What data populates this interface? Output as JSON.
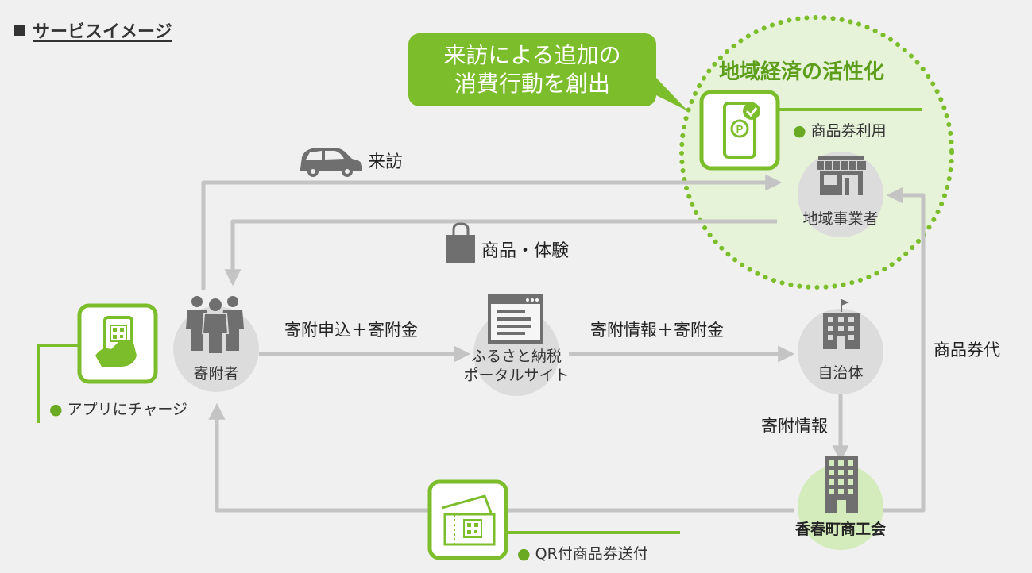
{
  "header": {
    "title": "サービスイメージ"
  },
  "callout": {
    "line1": "来訪による追加の",
    "line2": "消費行動を創出"
  },
  "activation": {
    "title": "地域経済の活性化",
    "voucher_use": "商品券利用"
  },
  "nodes": {
    "business": "地域事業者",
    "donor": "寄附者",
    "portal_line1": "ふるさと納税",
    "portal_line2": "ポータルサイト",
    "municipality": "自治体",
    "chamber": "香春町商工会"
  },
  "flows": {
    "visit": "来訪",
    "goods": "商品・体験",
    "apply": "寄附申込＋寄附金",
    "info_money": "寄附情報＋寄附金",
    "info": "寄附情報",
    "voucher_fee": "商品券代"
  },
  "features": {
    "app_charge": "アプリにチャージ",
    "qr_voucher": "QR付商品券送付"
  },
  "colors": {
    "accent": "#7cbd2c",
    "arrow": "#c4c4c4",
    "node": "#dcdcdc",
    "icon": "#6f6f6f"
  }
}
